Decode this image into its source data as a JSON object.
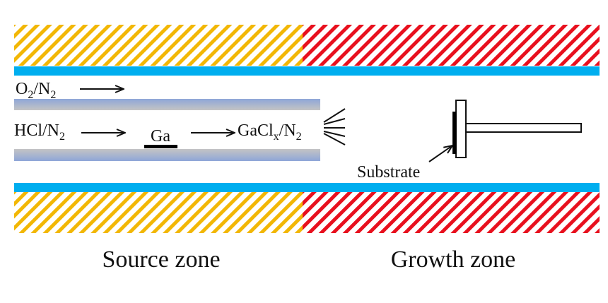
{
  "diagram": {
    "labels": {
      "o2_n2": {
        "main": "O",
        "sub1": "2",
        "mid": "/N",
        "sub2": "2"
      },
      "hcl_n2": {
        "main": "HCl/N",
        "sub": "2"
      },
      "ga": "Ga",
      "gaclx_n2": {
        "main": "GaCl",
        "sub1": "x",
        "mid": "/N",
        "sub2": "2"
      },
      "substrate": "Substrate",
      "source_zone": "Source zone",
      "growth_zone": "Growth zone"
    },
    "colors": {
      "source_heater": "#f2b705",
      "growth_heater": "#e8101e",
      "quartz_tube_wall": "#00aeef",
      "inner_tube_blue": "#8ea6d8",
      "inner_tube_gray": "#c0c0c0"
    }
  }
}
